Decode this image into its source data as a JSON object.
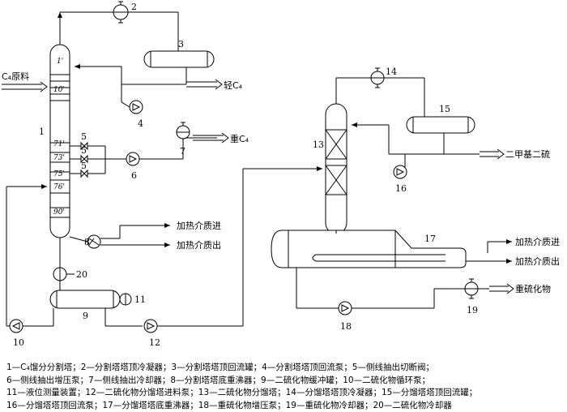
{
  "equipment_numbers": [
    "1",
    "2",
    "3",
    "4",
    "5",
    "6",
    "7",
    "8",
    "9",
    "10",
    "11",
    "12",
    "13",
    "14",
    "15",
    "16",
    "17",
    "18",
    "19",
    "20"
  ],
  "trays": [
    "1'",
    "10'",
    "71'",
    "73'",
    "75'",
    "76'",
    "90'"
  ],
  "streams": {
    "c4_feed": "C₄原料",
    "light_c4": "轻C₄",
    "heavy_c4": "重C₄",
    "heating_in_1": "加热介质进",
    "heating_out_1": "加热介质出",
    "dmds": "二甲基二硫",
    "heating_in_2": "加热介质进",
    "heating_out_2": "加热介质出",
    "heavy_sulfide": "重硫化物"
  },
  "legend": [
    "1—C₄馏分分割塔；2—分割塔塔顶冷凝器；3—分割塔塔顶回流罐；4—分割塔塔顶回流泵；5—侧线抽出切断阀；",
    "6—侧线抽出增压泵；7—侧线抽出冷却器；8—分割塔塔底重沸器；9—二硫化物缓冲罐；10—二硫化物循环泵；",
    "11—液位测量装置；12—二硫化物分馏塔进料泵；13—二硫化物分馏塔；14—分馏塔塔顶冷凝器；15—分馏塔塔顶回流罐；",
    "16—分馏塔塔顶回流泵；17—分馏塔塔底重沸器；18—重硫化物增压泵；19—重硫化物冷却器；20—二硫化物冷却器"
  ]
}
